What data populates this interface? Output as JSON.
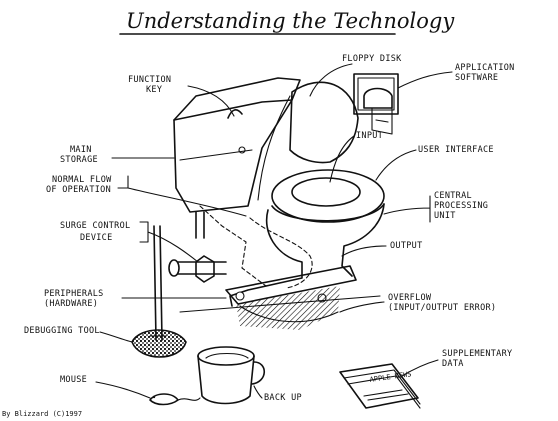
{
  "title": "Understanding the Technology",
  "credit": "By Blizzard (C)1997",
  "labels": {
    "floppy_disk": "FLOPPY DISK",
    "application_software_1": "APPLICATION",
    "application_software_2": "SOFTWARE",
    "function_key_1": "FUNCTION",
    "function_key_2": "KEY",
    "input": "INPUT",
    "user_interface": "USER INTERFACE",
    "main_storage_1": "MAIN",
    "main_storage_2": "STORAGE",
    "normal_flow_1": "NORMAL FLOW",
    "normal_flow_2": "OF OPERATION",
    "cpu_1": "CENTRAL",
    "cpu_2": "PROCESSING",
    "cpu_3": "UNIT",
    "surge_control_1": "SURGE CONTROL",
    "surge_control_2": "DEVICE",
    "output": "OUTPUT",
    "peripherals_1": "PERIPHERALS",
    "peripherals_2": "(HARDWARE)",
    "overflow_1": "OVERFLOW",
    "overflow_2": "(INPUT/OUTPUT ERROR)",
    "debugging_tool": "DEBUGGING TOOL",
    "supplementary_data_1": "SUPPLEMENTARY",
    "supplementary_data_2": "DATA",
    "mouse": "MOUSE",
    "back_up": "BACK UP",
    "newspaper_text": "APPLE NEWS"
  }
}
